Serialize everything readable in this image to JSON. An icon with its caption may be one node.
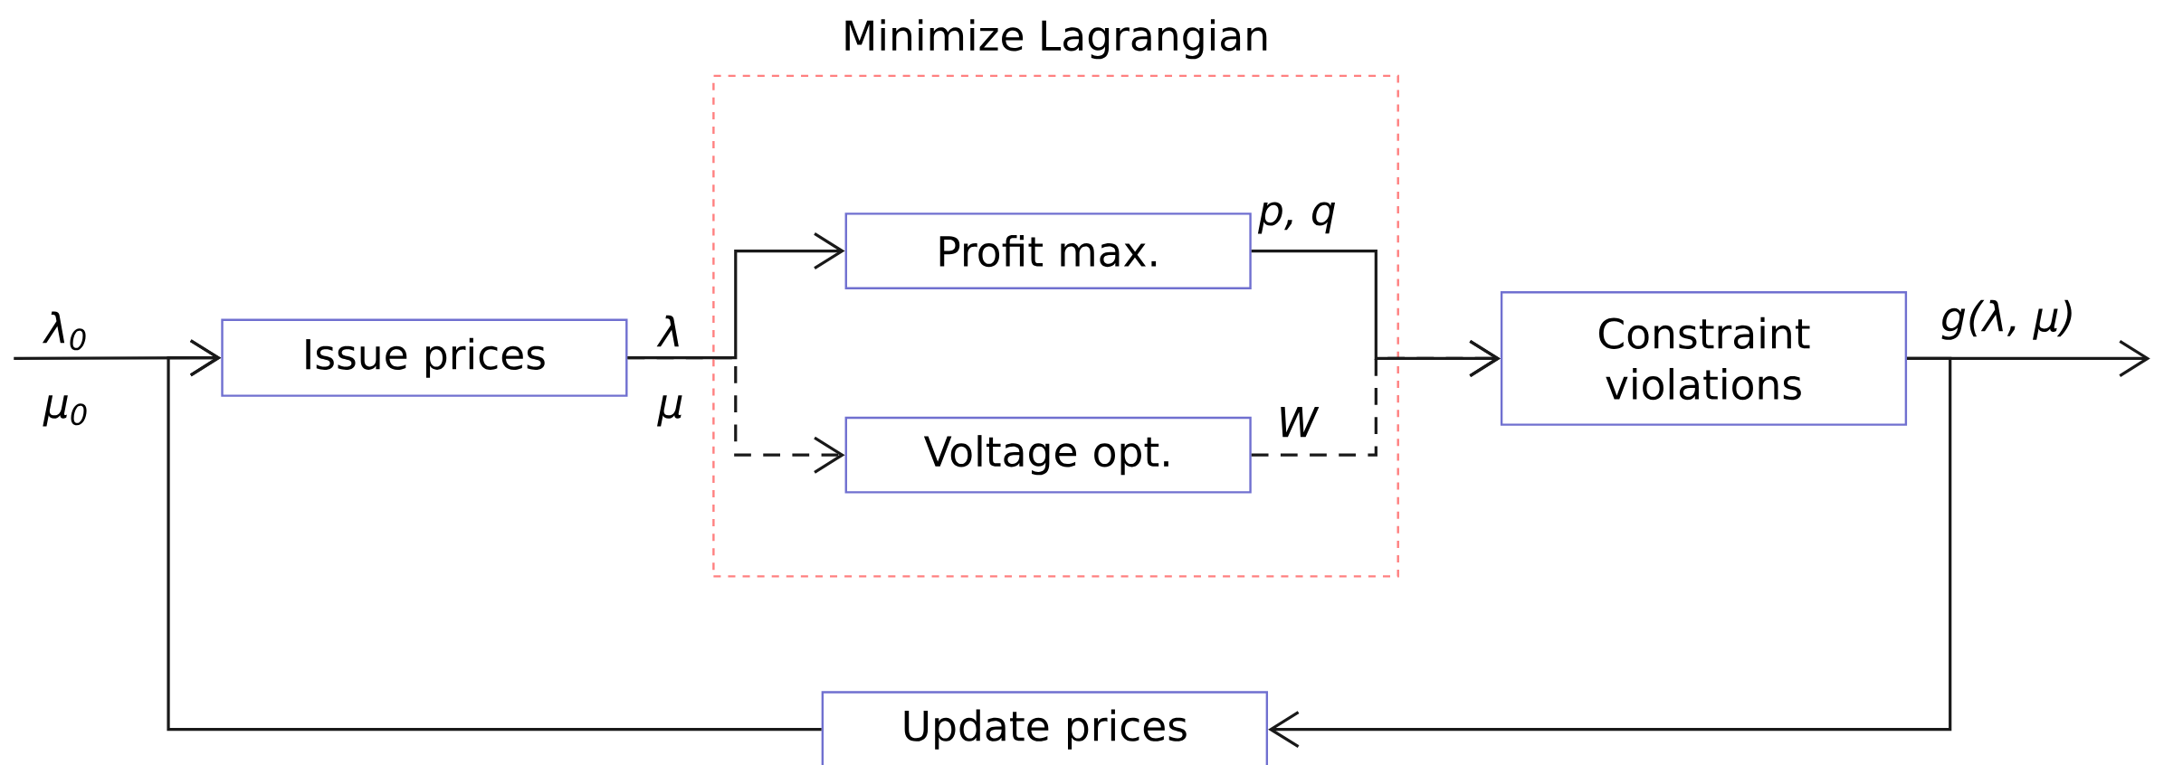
{
  "diagram": {
    "nodes": [
      {
        "text": [
          "Minimize Lagrangian"
        ]
      },
      {
        "text": [
          "Issue prices"
        ]
      },
      {
        "text": [
          "Profit max."
        ],
        "in": 0
      },
      {
        "text": [
          "Voltage opt."
        ],
        "in": 0
      },
      {
        "text": [
          "Constraint violations"
        ]
      },
      {
        "text": [
          "Update prices"
        ]
      }
    ],
    "edges": [
      {
        "from": null,
        "to": 1,
        "arrow": "to"
      },
      {
        "from": 1,
        "to": 2,
        "arrow": "to"
      },
      {
        "from": 1,
        "to": 3,
        "arrow": "to",
        "style": "dashed"
      },
      {
        "from": 2,
        "to": 4,
        "arrow": "to"
      },
      {
        "from": 3,
        "to": 4,
        "arrow": "to",
        "style": "dashed"
      },
      {
        "from": 4,
        "to": null,
        "arrow": "to"
      },
      {
        "from": 4,
        "to": 5,
        "arrow": "to"
      },
      {
        "from": 5,
        "to": 1,
        "arrow": "to"
      }
    ],
    "labels": [
      "λ$_{0}$",
      "μ$_{0}$",
      "λ",
      "μ",
      "p, q",
      "W",
      "g(λ, μ)"
    ]
  }
}
